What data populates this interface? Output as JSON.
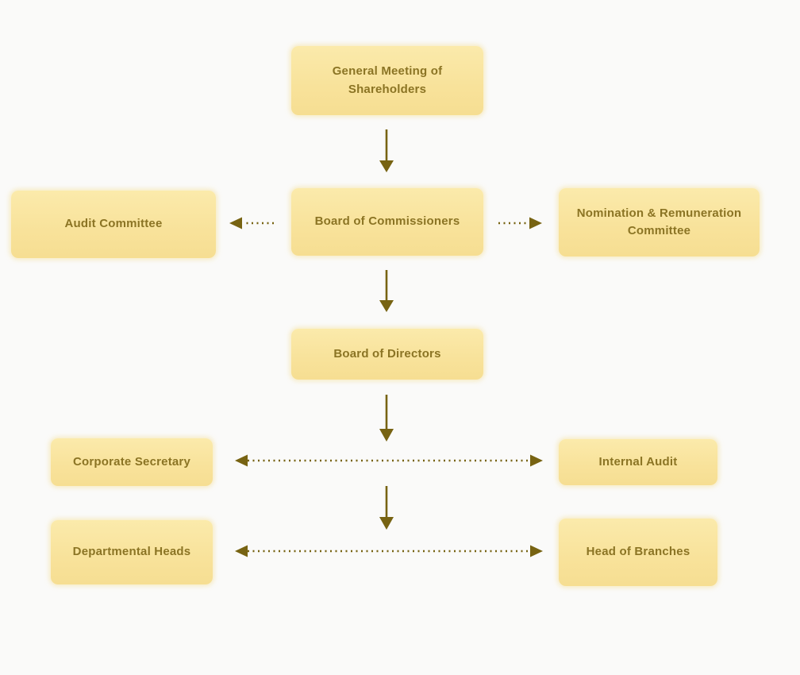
{
  "diagram": {
    "type": "org-chart",
    "nodes": {
      "gms": "General Meeting of Shareholders",
      "audit_committee": "Audit Committee",
      "boc": "Board of Commissioners",
      "nrc": "Nomination & Remuneration Committee",
      "bod": "Board of Directors",
      "corporate_secretary": "Corporate Secretary",
      "internal_audit": "Internal Audit",
      "departmental_heads": "Departmental Heads",
      "head_of_branches": "Head of Branches"
    },
    "edges": [
      {
        "from": "gms",
        "to": "boc",
        "style": "solid",
        "direction": "down"
      },
      {
        "from": "boc",
        "to": "audit_committee",
        "style": "dotted",
        "direction": "left"
      },
      {
        "from": "boc",
        "to": "nrc",
        "style": "dotted",
        "direction": "right"
      },
      {
        "from": "boc",
        "to": "bod",
        "style": "solid",
        "direction": "down"
      },
      {
        "from": "bod",
        "to": "corporate_secretary_internal_audit_level",
        "style": "solid",
        "direction": "down"
      },
      {
        "from": "corporate_secretary",
        "to": "internal_audit",
        "style": "dotted",
        "direction": "both"
      },
      {
        "from": "corporate_secretary_level",
        "to": "departmental_heads_level",
        "style": "solid",
        "direction": "down"
      },
      {
        "from": "departmental_heads",
        "to": "head_of_branches",
        "style": "dotted",
        "direction": "both"
      }
    ],
    "colors": {
      "background": "#FAFAF9",
      "node_fill": "#F8E29A",
      "node_text": "#8B7424",
      "arrow": "#776312"
    }
  }
}
